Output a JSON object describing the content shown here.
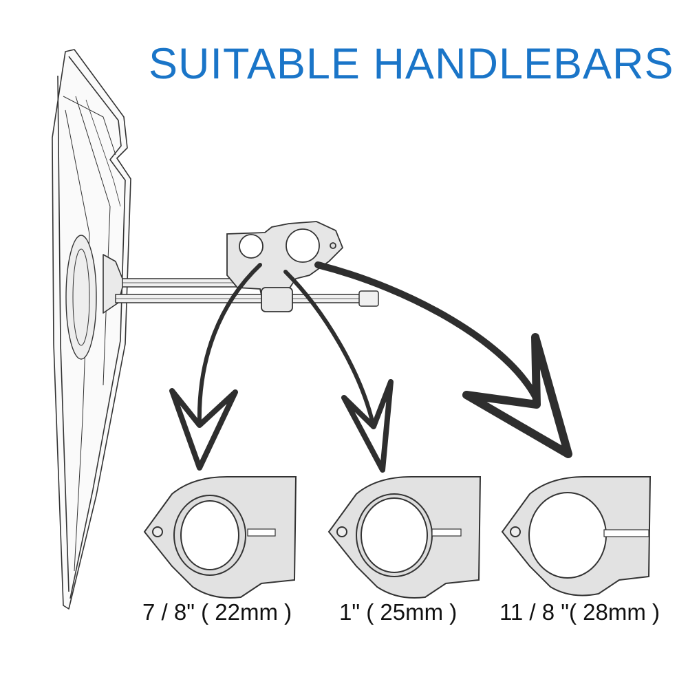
{
  "title": "SUITABLE HANDLEBARS",
  "colors": {
    "title": "#1a75c8",
    "label": "#111111",
    "arrow": "#2e2e2e",
    "sketch": "#333333",
    "clamp_fill": "#e2e2e2"
  },
  "illustration": {
    "subject": "mirror-with-handlebar-mount",
    "arrows": 3
  },
  "clamps": [
    {
      "name": "clamp-22mm",
      "insert": "double-ring",
      "label": "7 / 8\" ( 22mm )"
    },
    {
      "name": "clamp-25mm",
      "insert": "single-ring",
      "label": "1\" ( 25mm )"
    },
    {
      "name": "clamp-28mm",
      "insert": "none",
      "label": "11 / 8 \"( 28mm )"
    }
  ]
}
